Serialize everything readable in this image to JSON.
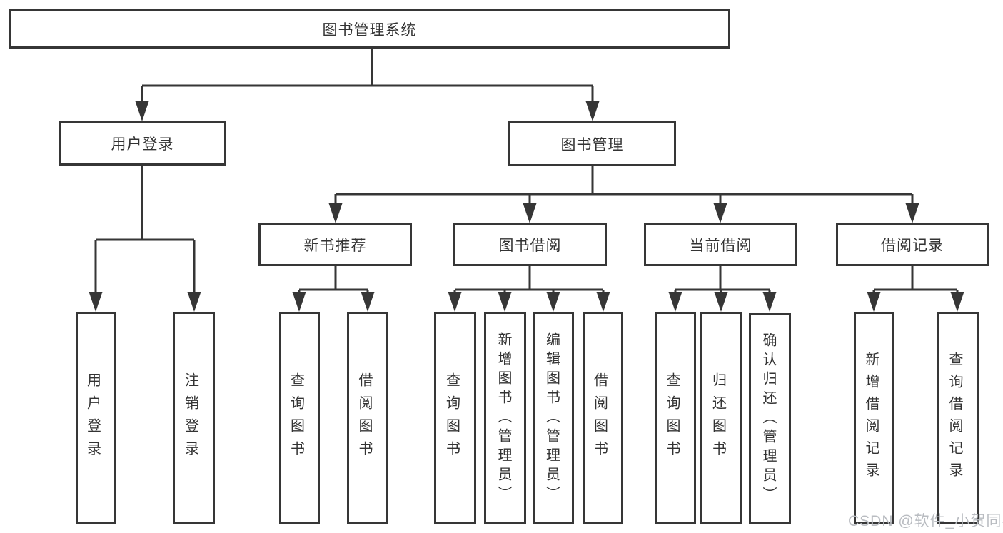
{
  "watermark": "CSDN @软件_小贺同学",
  "colors": {
    "line": "#363636",
    "text": "#333333",
    "watermark": "#b9bcc1",
    "background": "#ffffff"
  },
  "tree": {
    "label": "图书管理系统",
    "children": [
      {
        "label": "用户登录",
        "children": [
          {
            "label": "用户登录"
          },
          {
            "label": "注销登录"
          }
        ]
      },
      {
        "label": "图书管理",
        "children": [
          {
            "label": "新书推荐",
            "children": [
              {
                "label": "查询图书"
              },
              {
                "label": "借阅图书"
              }
            ]
          },
          {
            "label": "图书借阅",
            "children": [
              {
                "label": "查询图书"
              },
              {
                "label": "新增图书（管理员）"
              },
              {
                "label": "编辑图书（管理员）"
              },
              {
                "label": "借阅图书"
              }
            ]
          },
          {
            "label": "当前借阅",
            "children": [
              {
                "label": "查询图书"
              },
              {
                "label": "归还图书"
              },
              {
                "label": "确认归还（管理员）"
              }
            ]
          },
          {
            "label": "借阅记录",
            "children": [
              {
                "label": "新增借阅记录"
              },
              {
                "label": "查询借阅记录"
              }
            ]
          }
        ]
      }
    ]
  }
}
